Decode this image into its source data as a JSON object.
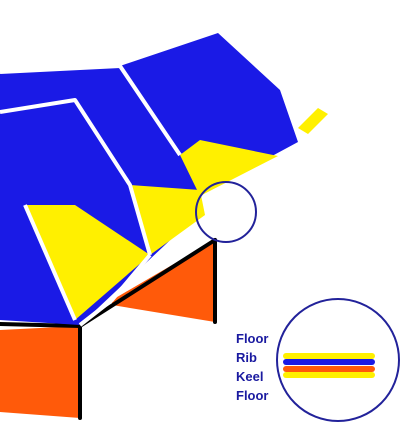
{
  "colors": {
    "hull_blue": "#1a1ae6",
    "deck_yellow": "#fff000",
    "side_orange": "#ff5a0a",
    "outline_black": "#000000",
    "outline_white": "#ffffff",
    "marker_circle": "#22229a"
  },
  "legend": {
    "labels": [
      "Floor",
      "Rib",
      "Keel",
      "Floor"
    ],
    "label_colors": [
      "#1a1aa0",
      "#1a1aa0",
      "#1a1aa0",
      "#1a1aa0"
    ],
    "stripes": [
      {
        "color": "#fff000"
      },
      {
        "color": "#1a1ae6"
      },
      {
        "color": "#ff5a0a"
      },
      {
        "color": "#fff000"
      }
    ]
  }
}
